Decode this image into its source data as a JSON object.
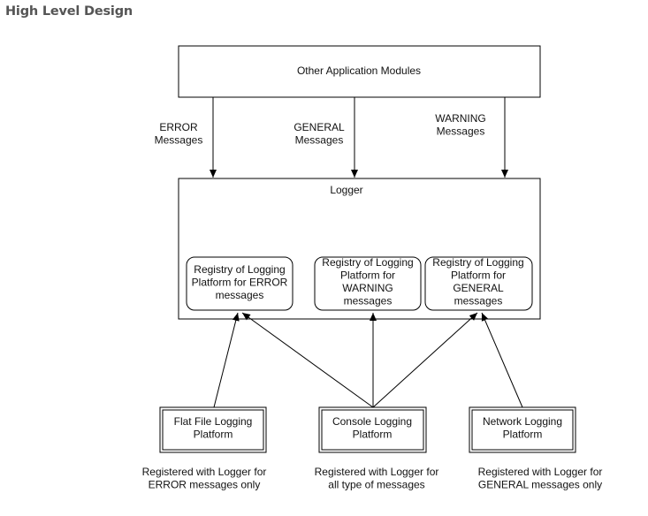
{
  "page": {
    "title": "High Level Design"
  },
  "diagram": {
    "modules_box": {
      "label": "Other Application Modules"
    },
    "logger_box": {
      "label": "Logger"
    },
    "message_labels": {
      "error": [
        "ERROR",
        "Messages"
      ],
      "general": [
        "GENERAL",
        "Messages"
      ],
      "warning": [
        "WARNING",
        "Messages"
      ]
    },
    "registries": {
      "error": [
        "Registry of Logging",
        "Platform for ERROR",
        "messages"
      ],
      "warning": [
        "Registry of Logging",
        "Platform for",
        "WARNING",
        "messages"
      ],
      "general": [
        "Registry of Logging",
        "Platform for",
        "GENERAL",
        "messages"
      ]
    },
    "platforms": {
      "flat_file": [
        "Flat File Logging",
        "Platform"
      ],
      "console": [
        "Console Logging",
        "Platform"
      ],
      "network": [
        "Network Logging",
        "Platform"
      ]
    },
    "notes": {
      "flat_file": [
        "Registered with Logger for",
        "ERROR messages only"
      ],
      "console": [
        "Registered with Logger for",
        "all type of messages"
      ],
      "network": [
        "Registered with Logger for",
        "GENERAL messages only"
      ]
    }
  }
}
